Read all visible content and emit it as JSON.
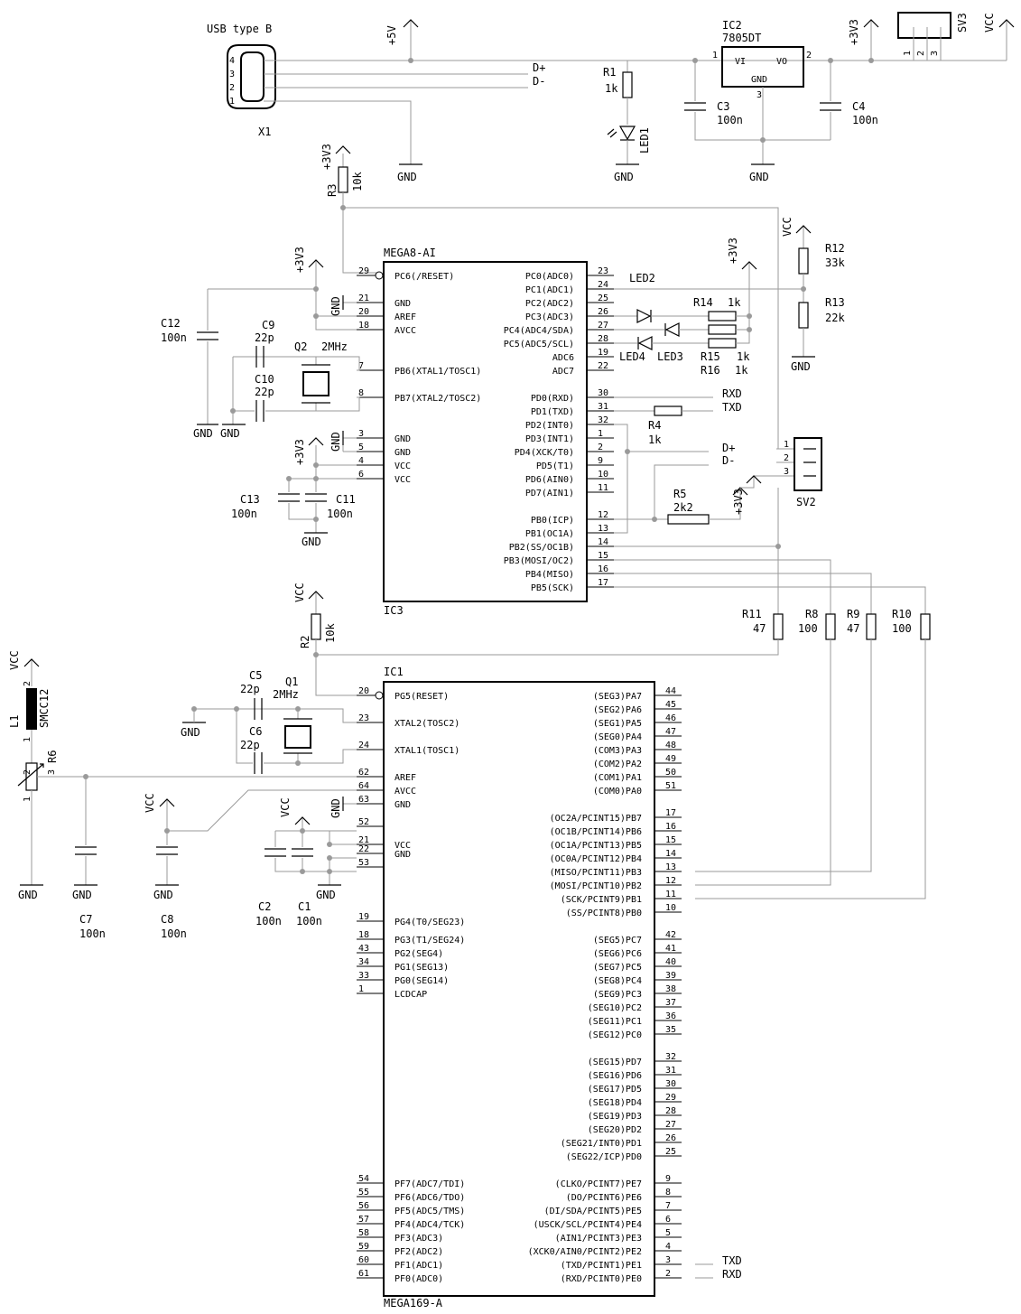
{
  "usb": {
    "title": "USB  type  B",
    "ref": "X1",
    "pins": [
      "4",
      "3",
      "2",
      "1"
    ],
    "dplus": "D+",
    "dminus": "D-"
  },
  "power": {
    "p5v": "+5V",
    "gnd": "GND",
    "p3v3": "+3V3",
    "vcc": "VCC"
  },
  "ic2": {
    "ref": "IC2",
    "value": "7805DT",
    "vi": "VI",
    "vo": "VO",
    "gnd": "GND",
    "pin1": "1",
    "pin2": "2",
    "pin3": "3"
  },
  "sv3": {
    "ref": "SV3",
    "pins": [
      "1",
      "2",
      "3"
    ]
  },
  "sv2": {
    "ref": "SV2",
    "pins": [
      "1",
      "2",
      "3"
    ],
    "dplus": "D+",
    "dminus": "D-"
  },
  "passives": {
    "r1": {
      "ref": "R1",
      "value": "1k"
    },
    "led1": {
      "ref": "LED1"
    },
    "c3": {
      "ref": "C3",
      "value": "100n"
    },
    "c4": {
      "ref": "C4",
      "value": "100n"
    },
    "r3": {
      "ref": "R3",
      "value": "10k"
    },
    "r12": {
      "ref": "R12",
      "value": "33k"
    },
    "r13": {
      "ref": "R13",
      "value": "22k"
    },
    "c12": {
      "ref": "C12",
      "value": "100n"
    },
    "c9": {
      "ref": "C9",
      "value": "22p"
    },
    "c10": {
      "ref": "C10",
      "value": "22p"
    },
    "q2": {
      "ref": "Q2",
      "value": "2MHz"
    },
    "c13": {
      "ref": "C13",
      "value": "100n"
    },
    "c11": {
      "ref": "C11",
      "value": "100n"
    },
    "led2": {
      "ref": "LED2"
    },
    "led3": {
      "ref": "LED3"
    },
    "led4": {
      "ref": "LED4"
    },
    "r14": {
      "ref": "R14",
      "value": "1k"
    },
    "r15": {
      "ref": "R15",
      "value": "1k"
    },
    "r16": {
      "ref": "R16",
      "value": "1k"
    },
    "r4": {
      "ref": "R4",
      "value": "1k"
    },
    "r5": {
      "ref": "R5",
      "value": "2k2"
    },
    "r2": {
      "ref": "R2",
      "value": "10k"
    },
    "r11": {
      "ref": "R11",
      "value": "47"
    },
    "r8": {
      "ref": "R8",
      "value": "100"
    },
    "r9": {
      "ref": "R9",
      "value": "47"
    },
    "r10": {
      "ref": "R10",
      "value": "100"
    },
    "c5": {
      "ref": "C5",
      "value": "22p"
    },
    "c6": {
      "ref": "C6",
      "value": "22p"
    },
    "q1": {
      "ref": "Q1",
      "value": "2MHz"
    },
    "l1": {
      "ref": "L1",
      "value": "SMCC12",
      "pin1": "1",
      "pin2": "2"
    },
    "r6": {
      "ref": "R6",
      "pin1": "1",
      "pin2": "2",
      "pin3": "3"
    },
    "c7": {
      "ref": "C7",
      "value": "100n"
    },
    "c8": {
      "ref": "C8",
      "value": "100n"
    },
    "c2": {
      "ref": "C2",
      "value": "100n"
    },
    "c1": {
      "ref": "C1",
      "value": "100n"
    }
  },
  "nets": {
    "rxd": "RXD",
    "txd": "TXD"
  },
  "ic3": {
    "name": "MEGA8-AI",
    "ref": "IC3",
    "left": [
      {
        "num": "29",
        "name": "PC6(/RESET)"
      },
      {
        "num": "21",
        "name": "GND"
      },
      {
        "num": "20",
        "name": "AREF"
      },
      {
        "num": "18",
        "name": "AVCC"
      },
      {
        "num": "7",
        "name": "PB6(XTAL1/TOSC1)"
      },
      {
        "num": "8",
        "name": "PB7(XTAL2/TOSC2)"
      },
      {
        "num": "3",
        "name": "GND"
      },
      {
        "num": "5",
        "name": "GND"
      },
      {
        "num": "4",
        "name": "VCC"
      },
      {
        "num": "6",
        "name": "VCC"
      }
    ],
    "right": [
      {
        "num": "23",
        "name": "PC0(ADC0)"
      },
      {
        "num": "24",
        "name": "PC1(ADC1)"
      },
      {
        "num": "25",
        "name": "PC2(ADC2)"
      },
      {
        "num": "26",
        "name": "PC3(ADC3)"
      },
      {
        "num": "27",
        "name": "PC4(ADC4/SDA)"
      },
      {
        "num": "28",
        "name": "PC5(ADC5/SCL)"
      },
      {
        "num": "19",
        "name": "ADC6"
      },
      {
        "num": "22",
        "name": "ADC7"
      },
      {
        "num": "30",
        "name": "PD0(RXD)"
      },
      {
        "num": "31",
        "name": "PD1(TXD)"
      },
      {
        "num": "32",
        "name": "PD2(INT0)"
      },
      {
        "num": "1",
        "name": "PD3(INT1)"
      },
      {
        "num": "2",
        "name": "PD4(XCK/T0)"
      },
      {
        "num": "9",
        "name": "PD5(T1)"
      },
      {
        "num": "10",
        "name": "PD6(AIN0)"
      },
      {
        "num": "11",
        "name": "PD7(AIN1)"
      },
      {
        "num": "12",
        "name": "PB0(ICP)"
      },
      {
        "num": "13",
        "name": "PB1(OC1A)"
      },
      {
        "num": "14",
        "name": "PB2(SS/OC1B)"
      },
      {
        "num": "15",
        "name": "PB3(MOSI/OC2)"
      },
      {
        "num": "16",
        "name": "PB4(MISO)"
      },
      {
        "num": "17",
        "name": "PB5(SCK)"
      }
    ]
  },
  "ic1": {
    "name": "MEGA169-A",
    "ref": "IC1",
    "left": [
      {
        "num": "20",
        "name": "PG5(RESET)"
      },
      {
        "num": "23",
        "name": "XTAL2(TOSC2)"
      },
      {
        "num": "24",
        "name": "XTAL1(TOSC1)"
      },
      {
        "num": "62",
        "name": "AREF"
      },
      {
        "num": "64",
        "name": "AVCC"
      },
      {
        "num": "63",
        "name": "GND"
      },
      {
        "num": "52",
        "name": ""
      },
      {
        "num": "21",
        "name": "VCC"
      },
      {
        "num": "22",
        "name": "GND"
      },
      {
        "num": "53",
        "name": ""
      },
      {
        "num": "19",
        "name": "PG4(T0/SEG23)"
      },
      {
        "num": "18",
        "name": "PG3(T1/SEG24)"
      },
      {
        "num": "43",
        "name": "PG2(SEG4)"
      },
      {
        "num": "34",
        "name": "PG1(SEG13)"
      },
      {
        "num": "33",
        "name": "PG0(SEG14)"
      },
      {
        "num": "1",
        "name": "LCDCAP"
      },
      {
        "num": "54",
        "name": "PF7(ADC7/TDI)"
      },
      {
        "num": "55",
        "name": "PF6(ADC6/TDO)"
      },
      {
        "num": "56",
        "name": "PF5(ADC5/TMS)"
      },
      {
        "num": "57",
        "name": "PF4(ADC4/TCK)"
      },
      {
        "num": "58",
        "name": "PF3(ADC3)"
      },
      {
        "num": "59",
        "name": "PF2(ADC2)"
      },
      {
        "num": "60",
        "name": "PF1(ADC1)"
      },
      {
        "num": "61",
        "name": "PF0(ADC0)"
      }
    ],
    "right": [
      {
        "num": "44",
        "name": "(SEG3)PA7"
      },
      {
        "num": "45",
        "name": "(SEG2)PA6"
      },
      {
        "num": "46",
        "name": "(SEG1)PA5"
      },
      {
        "num": "47",
        "name": "(SEG0)PA4"
      },
      {
        "num": "48",
        "name": "(COM3)PA3"
      },
      {
        "num": "49",
        "name": "(COM2)PA2"
      },
      {
        "num": "50",
        "name": "(COM1)PA1"
      },
      {
        "num": "51",
        "name": "(COM0)PA0"
      },
      {
        "num": "17",
        "name": "(OC2A/PCINT15)PB7"
      },
      {
        "num": "16",
        "name": "(OC1B/PCINT14)PB6"
      },
      {
        "num": "15",
        "name": "(OC1A/PCINT13)PB5"
      },
      {
        "num": "14",
        "name": "(OC0A/PCINT12)PB4"
      },
      {
        "num": "13",
        "name": "(MISO/PCINT11)PB3"
      },
      {
        "num": "12",
        "name": "(MOSI/PCINT10)PB2"
      },
      {
        "num": "11",
        "name": "(SCK/PCINT9)PB1"
      },
      {
        "num": "10",
        "name": "(SS/PCINT8)PB0"
      },
      {
        "num": "42",
        "name": "(SEG5)PC7"
      },
      {
        "num": "41",
        "name": "(SEG6)PC6"
      },
      {
        "num": "40",
        "name": "(SEG7)PC5"
      },
      {
        "num": "39",
        "name": "(SEG8)PC4"
      },
      {
        "num": "38",
        "name": "(SEG9)PC3"
      },
      {
        "num": "37",
        "name": "(SEG10)PC2"
      },
      {
        "num": "36",
        "name": "(SEG11)PC1"
      },
      {
        "num": "35",
        "name": "(SEG12)PC0"
      },
      {
        "num": "32",
        "name": "(SEG15)PD7"
      },
      {
        "num": "31",
        "name": "(SEG16)PD6"
      },
      {
        "num": "30",
        "name": "(SEG17)PD5"
      },
      {
        "num": "29",
        "name": "(SEG18)PD4"
      },
      {
        "num": "28",
        "name": "(SEG19)PD3"
      },
      {
        "num": "27",
        "name": "(SEG20)PD2"
      },
      {
        "num": "26",
        "name": "(SEG21/INT0)PD1"
      },
      {
        "num": "25",
        "name": "(SEG22/ICP)PD0"
      },
      {
        "num": "9",
        "name": "(CLKO/PCINT7)PE7"
      },
      {
        "num": "8",
        "name": "(DO/PCINT6)PE6"
      },
      {
        "num": "7",
        "name": "(DI/SDA/PCINT5)PE5"
      },
      {
        "num": "6",
        "name": "(USCK/SCL/PCINT4)PE4"
      },
      {
        "num": "5",
        "name": "(AIN1/PCINT3)PE3"
      },
      {
        "num": "4",
        "name": "(XCK0/AIN0/PCINT2)PE2"
      },
      {
        "num": "3",
        "name": "(TXD/PCINT1)PE1"
      },
      {
        "num": "2",
        "name": "(RXD/PCINT0)PE0"
      }
    ]
  }
}
